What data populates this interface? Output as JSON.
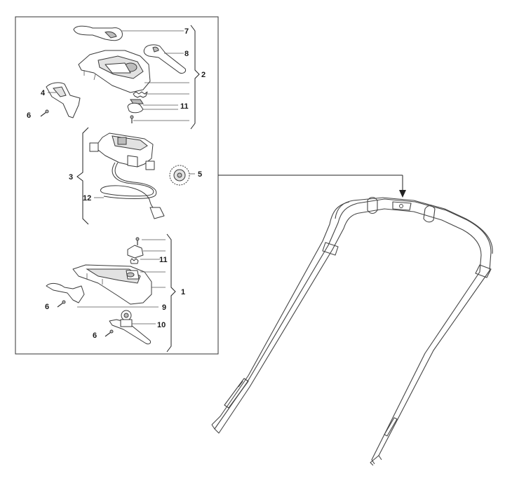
{
  "labels": {
    "p1": "1",
    "p2": "2",
    "p3": "3",
    "p4": "4",
    "p5": "5",
    "p6a": "6",
    "p6b": "6",
    "p6c": "6",
    "p7": "7",
    "p8": "8",
    "p9": "9",
    "p10": "10",
    "p11a": "11",
    "p11b": "11",
    "p12": "12"
  },
  "colors": {
    "line": "#3a3a3a",
    "fill": "#ffffff",
    "shade": "#bdbdbd",
    "text": "#1a1a1a"
  }
}
